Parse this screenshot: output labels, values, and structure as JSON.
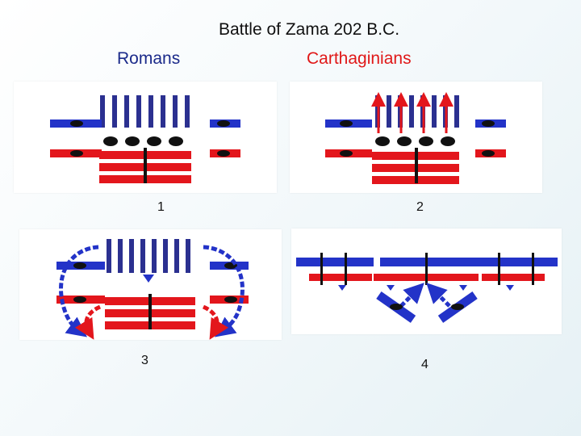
{
  "slide": {
    "title": "Battle of Zama 202 B.C.",
    "legend_romans": "Romans",
    "legend_carthaginians": "Carthaginians"
  },
  "panels": [
    {
      "number": "1"
    },
    {
      "number": "2"
    },
    {
      "number": "3"
    },
    {
      "number": "4"
    }
  ],
  "colors": {
    "roman_blue": "#2333c8",
    "carthage_red": "#e3161c",
    "legend_romans": "#1b2a8a",
    "legend_carthaginians": "#e01818"
  },
  "icons": [
    "cavalry-icon",
    "elephant-icon",
    "infantry-column-icon",
    "soldier-icon",
    "arrow-icon"
  ]
}
